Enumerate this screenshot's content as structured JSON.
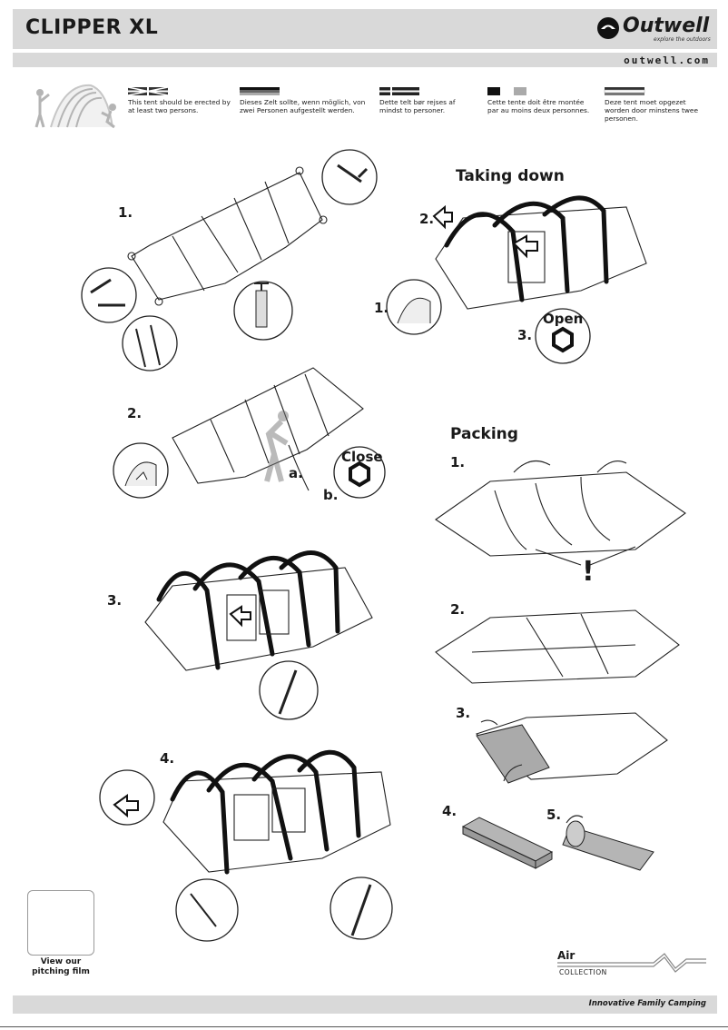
{
  "header": {
    "title": "CLIPPER XL",
    "brand": "Outwell",
    "brand_tagline": "explore the outdoors",
    "url": "outwell.com"
  },
  "notes": [
    {
      "lang_icon": "uk-flag-icon",
      "text": "This tent should be erected by at least two persons."
    },
    {
      "lang_icon": "german-flag-icon",
      "text": "Dieses Zelt sollte, wenn möglich, von zwei Personen aufgestellt werden."
    },
    {
      "lang_icon": "danish-flag-icon",
      "text": "Dette telt bør rejses af mindst to personer."
    },
    {
      "lang_icon": "french-flag-icon",
      "text": "Cette tente doit être montée par au moins deux personnes."
    },
    {
      "lang_icon": "dutch-flag-icon",
      "text": "Deze tent moet opgezet worden door minstens twee personen."
    }
  ],
  "pitching": {
    "steps": [
      "1.",
      "2.",
      "3.",
      "4."
    ],
    "sub_a": "a.",
    "sub_b": "b.",
    "close_label": "Close"
  },
  "taking_down": {
    "heading": "Taking down",
    "steps": [
      "1.",
      "2.",
      "3."
    ],
    "open_label": "Open"
  },
  "packing": {
    "heading": "Packing",
    "steps": [
      "1.",
      "2.",
      "3.",
      "4.",
      "5."
    ],
    "warning": "!"
  },
  "qr": {
    "label_line1": "View our",
    "label_line2": "pitching film"
  },
  "collection": {
    "name": "Air",
    "label": "COLLECTION"
  },
  "footer": {
    "tagline": "Innovative Family Camping"
  }
}
